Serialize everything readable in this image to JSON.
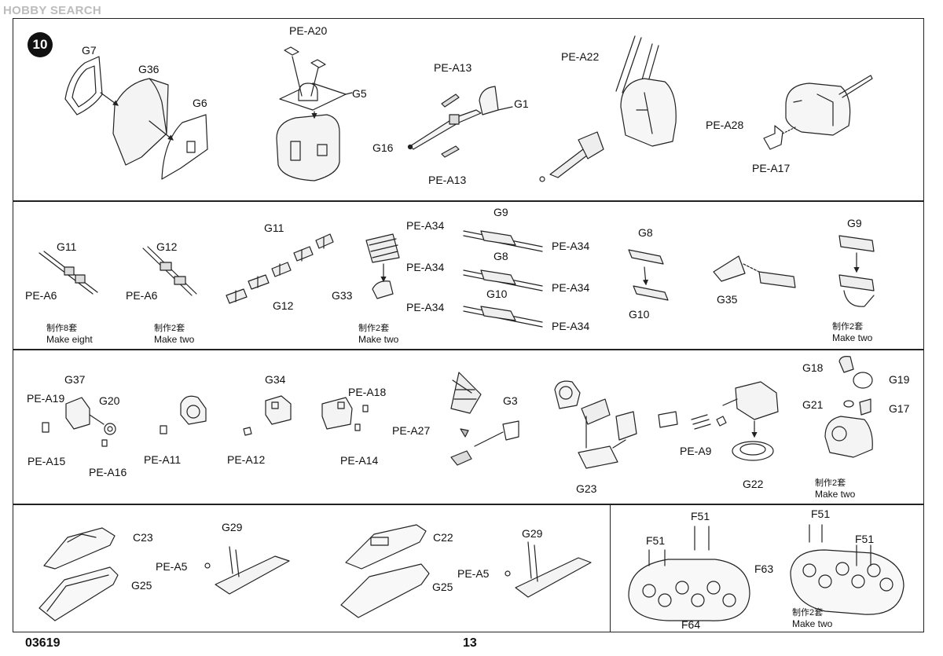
{
  "watermark": "HOBBY SEARCH",
  "step_number": "10",
  "footer": {
    "kit_number": "03619",
    "page_number": "13"
  },
  "panel1": {
    "labels": [
      "G7",
      "G36",
      "G6",
      "PE-A20",
      "G5",
      "PE-A13",
      "G1",
      "G16",
      "PE-A13",
      "PE-A22",
      "PE-A28",
      "PE-A17"
    ]
  },
  "panel2": {
    "labels": [
      "G11",
      "PE-A6",
      "G12",
      "PE-A6",
      "G11",
      "G12",
      "G33",
      "G9",
      "PE-A34",
      "PE-A34",
      "G8",
      "PE-A34",
      "PE-A34",
      "G10",
      "PE-A34",
      "PE-A34",
      "G8",
      "G10",
      "G35",
      "G9"
    ],
    "notes": [
      {
        "cn": "制作8套",
        "en": "Make eight"
      },
      {
        "cn": "制作2套",
        "en": "Make two"
      },
      {
        "cn": "制作2套",
        "en": "Make two"
      },
      {
        "cn": "制作2套",
        "en": "Make two"
      }
    ]
  },
  "panel3": {
    "labels": [
      "G37",
      "PE-A19",
      "G20",
      "PE-A15",
      "PE-A16",
      "PE-A11",
      "G34",
      "PE-A12",
      "PE-A18",
      "PE-A14",
      "PE-A27",
      "G3",
      "G23",
      "PE-A9",
      "G22",
      "G18",
      "G19",
      "G21",
      "G17"
    ],
    "note": {
      "cn": "制作2套",
      "en": "Make two"
    }
  },
  "panel4": {
    "labels": [
      "C23",
      "G25",
      "G29",
      "PE-A5",
      "C22",
      "G25",
      "G29",
      "PE-A5"
    ]
  },
  "panel5": {
    "labels": [
      "F51",
      "F51",
      "F64",
      "F51",
      "F51",
      "F63"
    ],
    "note": {
      "cn": "制作2套",
      "en": "Make two"
    }
  }
}
